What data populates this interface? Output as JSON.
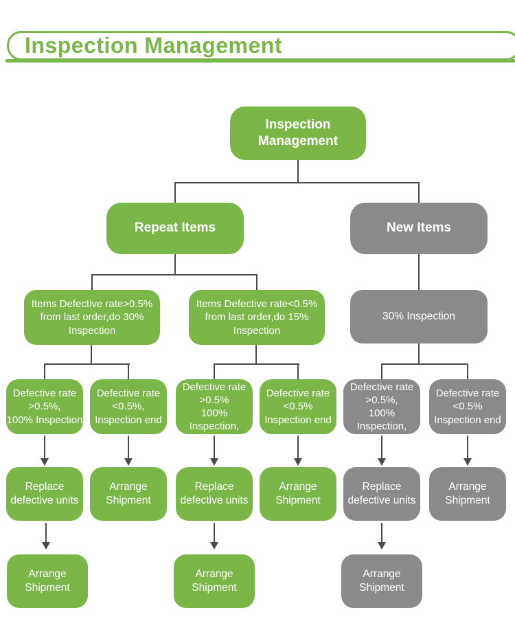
{
  "header": {
    "title": "Inspection Management"
  },
  "colors": {
    "green": "#7AB648",
    "gray": "#8A8A8A",
    "connector": "#4A4A4A",
    "node_text": "#FFFFFF"
  },
  "nodes": {
    "root": {
      "text": "Inspection\nManagement",
      "color": "green"
    },
    "repeat_items": {
      "text": "Repeat Items",
      "color": "green"
    },
    "new_items": {
      "text": "New Items",
      "color": "gray"
    },
    "repeat_high_rate": {
      "text": "Items Defective rate>0.5%\nfrom last order,do 30%\nInspection",
      "color": "green"
    },
    "repeat_low_rate": {
      "text": "Items Defective rate<0.5%\nfrom last order,do 15%\nInspection",
      "color": "green"
    },
    "new_items_inspection": {
      "text": "30% Inspection",
      "color": "gray"
    },
    "repeat_high_fail": {
      "text": "Defective rate\n>0.5%,\n100% Inspection",
      "color": "green"
    },
    "repeat_high_pass": {
      "text": "Defective rate\n<0.5%,\nInspection end",
      "color": "green"
    },
    "repeat_low_fail": {
      "text": "Defective rate\n>0.5%\n100% Inspection,",
      "color": "green"
    },
    "repeat_low_pass": {
      "text": "Defective rate\n<0.5%\nInspection end",
      "color": "green"
    },
    "new_fail": {
      "text": "Defective rate\n>0.5%,\n100% Inspection,",
      "color": "gray"
    },
    "new_pass": {
      "text": "Defective rate\n<0.5%\nInspection end",
      "color": "gray"
    },
    "repeat_high_replace": {
      "text": "Replace\ndefective units",
      "color": "green"
    },
    "repeat_high_ship": {
      "text": "Arrange\nShipment",
      "color": "green"
    },
    "repeat_low_replace": {
      "text": "Replace\ndefective units",
      "color": "green"
    },
    "repeat_low_ship": {
      "text": "Arrange\nShipment",
      "color": "green"
    },
    "new_replace": {
      "text": "Replace\ndefective units",
      "color": "gray"
    },
    "new_ship": {
      "text": "Arrange\nShipment",
      "color": "gray"
    },
    "repeat_high_final_ship": {
      "text": "Arrange\nShipment",
      "color": "green"
    },
    "repeat_low_final_ship": {
      "text": "Arrange\nShipment",
      "color": "green"
    },
    "new_final_ship": {
      "text": "Arrange\nShipment",
      "color": "gray"
    }
  }
}
